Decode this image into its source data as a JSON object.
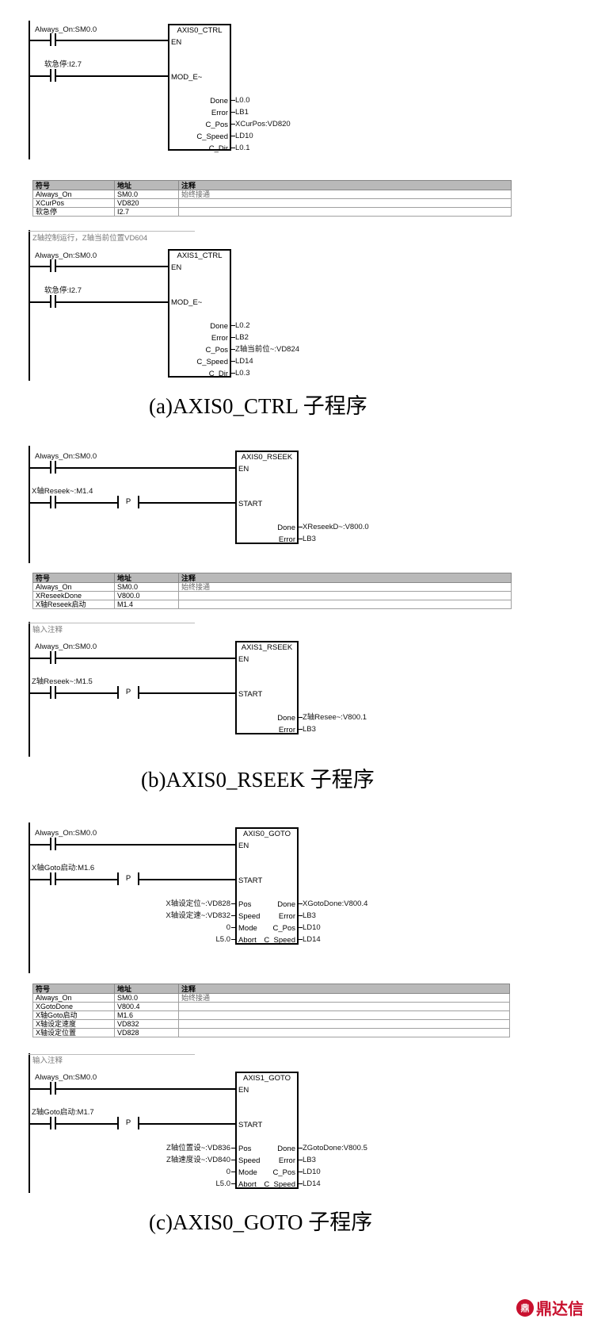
{
  "blocks": [
    {
      "title": "AXIS0_CTRL",
      "en": "EN",
      "pin2": "MOD_E~",
      "outs": [
        [
          "Done",
          "L0.0"
        ],
        [
          "Error",
          "LB1"
        ],
        [
          "C_Pos",
          "XCurPos:VD820"
        ],
        [
          "C_Speed",
          "LD10"
        ],
        [
          "C_Dir",
          "L0.1"
        ]
      ]
    },
    {
      "title": "AXIS1_CTRL",
      "en": "EN",
      "pin2": "MOD_E~",
      "outs": [
        [
          "Done",
          "L0.2"
        ],
        [
          "Error",
          "LB2"
        ],
        [
          "C_Pos",
          "Z轴当前位~:VD824"
        ],
        [
          "C_Speed",
          "LD14"
        ],
        [
          "C_Dir",
          "L0.3"
        ]
      ]
    },
    {
      "title": "AXIS0_RSEEK",
      "en": "EN",
      "pin2": "START",
      "outs": [
        [
          "Done",
          "XReseekD~:V800.0"
        ],
        [
          "Error",
          "LB3"
        ]
      ]
    },
    {
      "title": "AXIS1_RSEEK",
      "en": "EN",
      "pin2": "START",
      "outs": [
        [
          "Done",
          "Z轴Resee~:V800.1"
        ],
        [
          "Error",
          "LB3"
        ]
      ]
    },
    {
      "title": "AXIS0_GOTO",
      "en": "EN",
      "pin2": "START",
      "ins": [
        [
          "X轴设定位~:VD828",
          "Pos"
        ],
        [
          "X轴设定速~:VD832",
          "Speed"
        ],
        [
          "0",
          "Mode"
        ],
        [
          "L5.0",
          "Abort"
        ]
      ],
      "outs": [
        [
          "Done",
          "XGotoDone:V800.4"
        ],
        [
          "Error",
          "LB3"
        ],
        [
          "C_Pos",
          "LD10"
        ],
        [
          "C_Speed",
          "LD14"
        ]
      ]
    },
    {
      "title": "AXIS1_GOTO",
      "en": "EN",
      "pin2": "START",
      "ins": [
        [
          "Z轴位置设~:VD836",
          "Pos"
        ],
        [
          "Z轴速度设~:VD840",
          "Speed"
        ],
        [
          "0",
          "Mode"
        ],
        [
          "L5.0",
          "Abort"
        ]
      ],
      "outs": [
        [
          "Done",
          "ZGotoDone:V800.5"
        ],
        [
          "Error",
          "LB3"
        ],
        [
          "C_Pos",
          "LD10"
        ],
        [
          "C_Speed",
          "LD14"
        ]
      ]
    }
  ],
  "contacts": {
    "always_on": "Always_On:SM0.0",
    "soft_estop": "软急停:I2.7",
    "x_reseek": "X轴Reseek~:M1.4",
    "z_reseek": "Z轴Reseek~:M1.5",
    "x_goto": "X轴Goto启动:M1.6",
    "z_goto": "Z轴Goto启动:M1.7",
    "p_label": "P"
  },
  "comments": {
    "net2": "Z轴控制运行，Z轴当前位置VD604",
    "input": "输入注释"
  },
  "tables": [
    {
      "headers": [
        "符号",
        "地址",
        "注释"
      ],
      "rows": [
        [
          "Always_On",
          "SM0.0",
          "始终接通"
        ],
        [
          "XCurPos",
          "VD820",
          ""
        ],
        [
          "软急停",
          "I2.7",
          ""
        ]
      ]
    },
    {
      "headers": [
        "符号",
        "地址",
        "注释"
      ],
      "rows": [
        [
          "Always_On",
          "SM0.0",
          "始终接通"
        ],
        [
          "XReseekDone",
          "V800.0",
          ""
        ],
        [
          "X轴Reseek启动",
          "M1.4",
          ""
        ]
      ]
    },
    {
      "headers": [
        "符号",
        "地址",
        "注释"
      ],
      "rows": [
        [
          "Always_On",
          "SM0.0",
          "始终接通"
        ],
        [
          "XGotoDone",
          "V800.4",
          ""
        ],
        [
          "X轴Goto启动",
          "M1.6",
          ""
        ],
        [
          "X轴设定速度",
          "VD832",
          ""
        ],
        [
          "X轴设定位置",
          "VD828",
          ""
        ]
      ]
    }
  ],
  "captions": {
    "a": "(a)AXIS0_CTRL 子程序",
    "b": "(b)AXIS0_RSEEK 子程序",
    "c": "(c)AXIS0_GOTO 子程序"
  },
  "logo": {
    "icon_text": "鼎",
    "text": "鼎达信"
  }
}
